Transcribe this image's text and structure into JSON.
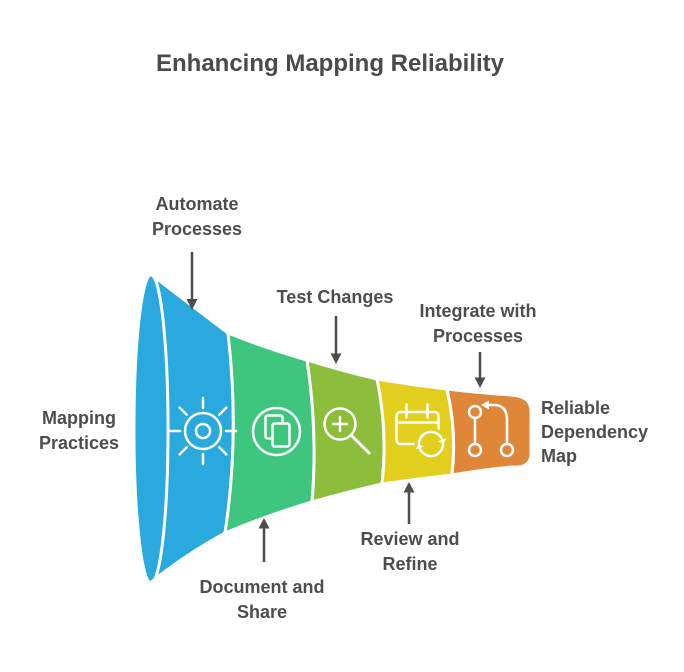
{
  "title": "Enhancing Mapping Reliability",
  "labels": {
    "mapping_practices": {
      "line1": "Mapping",
      "line2": "Practices"
    },
    "automate": {
      "line1": "Automate",
      "line2": "Processes"
    },
    "test_changes": {
      "line1": "Test Changes"
    },
    "integrate": {
      "line1": "Integrate with",
      "line2": "Processes"
    },
    "reliable": {
      "line1": "Reliable",
      "line2": "Dependency",
      "line3": "Map"
    },
    "document": {
      "line1": "Document and",
      "line2": "Share"
    },
    "review": {
      "line1": "Review and",
      "line2": "Refine"
    }
  },
  "funnel": {
    "input_label": "Mapping Practices",
    "output_label": "Reliable Dependency Map",
    "stages": [
      {
        "label": "Automate Processes",
        "icon": "sun-gear-icon",
        "color": "#29A9DE"
      },
      {
        "label": "Document and Share",
        "icon": "copy-icon",
        "color": "#3EC57E"
      },
      {
        "label": "Test Changes",
        "icon": "magnifier-plus-icon",
        "color": "#8CBE3B"
      },
      {
        "label": "Review and Refine",
        "icon": "calendar-sync-icon",
        "color": "#E2CE1D"
      },
      {
        "label": "Integrate with Processes",
        "icon": "git-branch-arrow-icon",
        "color": "#E08639"
      }
    ]
  },
  "colors": {
    "background": "#FFFFFF",
    "text": "#4D4D4D",
    "title_text": "#4A4A4A",
    "arrow": "#4D4D4D",
    "divider": "#FFFFFF"
  }
}
